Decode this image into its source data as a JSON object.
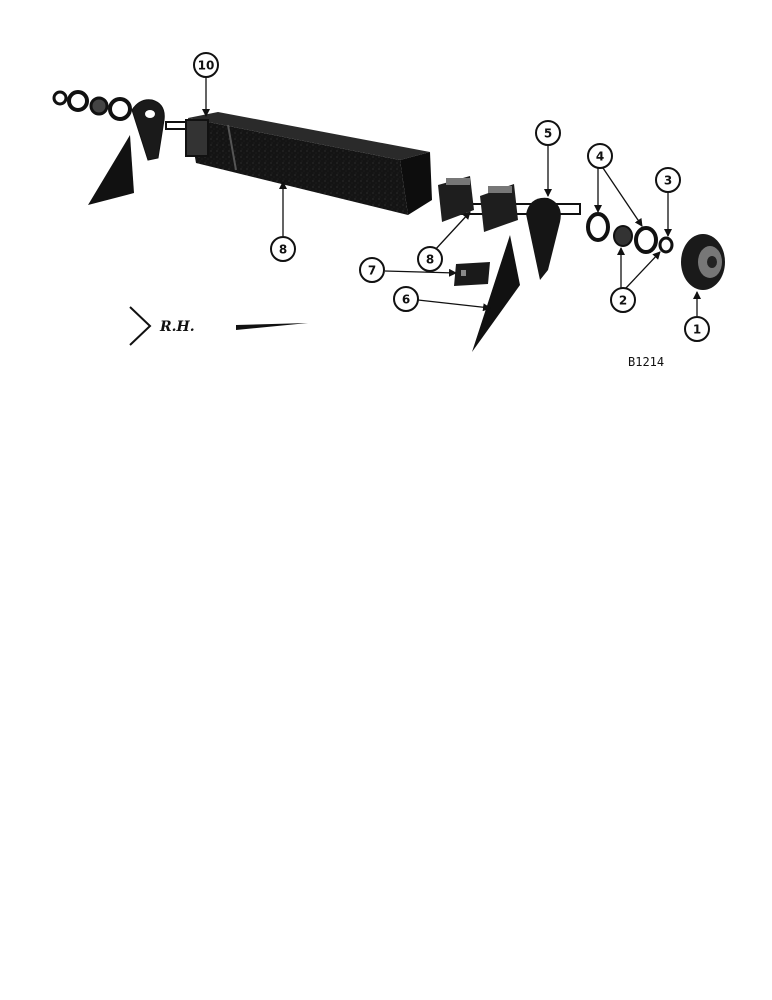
{
  "figure_id": "B1214",
  "direction_label": "R.H.",
  "callouts": [
    {
      "id": "c1",
      "number": "1"
    },
    {
      "id": "c2",
      "number": "2"
    },
    {
      "id": "c3",
      "number": "3"
    },
    {
      "id": "c4",
      "number": "4"
    },
    {
      "id": "c5",
      "number": "5"
    },
    {
      "id": "c6",
      "number": "6"
    },
    {
      "id": "c7",
      "number": "7"
    },
    {
      "id": "c8a",
      "number": "8"
    },
    {
      "id": "c8b",
      "number": "8"
    },
    {
      "id": "c10",
      "number": "10"
    }
  ]
}
